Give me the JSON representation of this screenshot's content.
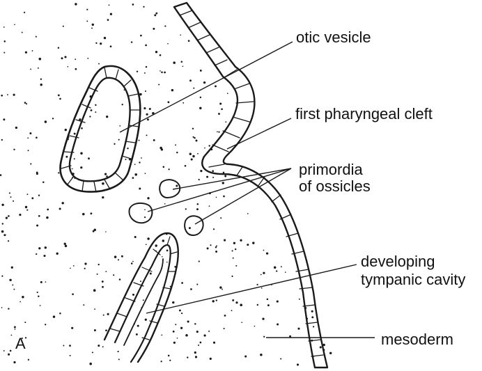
{
  "labels": {
    "otic_vesicle": "otic vesicle",
    "first_pharyngeal_cleft": "first pharyngeal cleft",
    "primordia_line1": "primordia",
    "primordia_line2": "of ossicles",
    "tympanic_line1": "developing",
    "tympanic_line2": "tympanic cavity",
    "mesoderm": "mesoderm",
    "panel": "A"
  },
  "colors": {
    "ink": "#1a1a1a",
    "ossicle_fill": "#8c8c8c",
    "epithelium_fill": "#f4eeee"
  }
}
